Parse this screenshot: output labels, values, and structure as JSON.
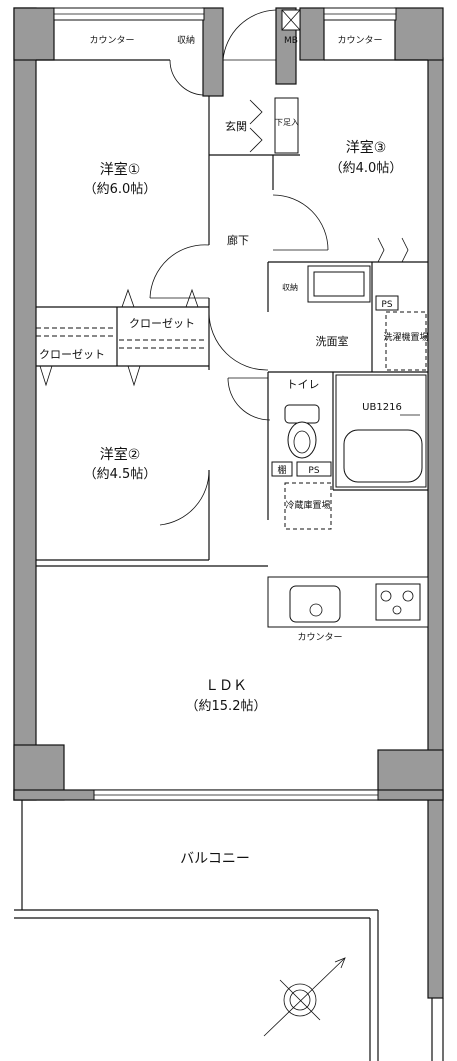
{
  "labels": {
    "room1_name": "洋室①",
    "room1_size": "（約6.0帖）",
    "room2_name": "洋室②",
    "room2_size": "（約4.5帖）",
    "room3_name": "洋室③",
    "room3_size": "（約4.0帖）",
    "ldk_name": "ＬＤＫ",
    "ldk_size": "（約15.2帖）",
    "balcony": "バルコニー",
    "counter_top_left": "カウンター",
    "storage_top": "収納",
    "mb": "MB",
    "counter_top_right": "カウンター",
    "genkan": "玄関",
    "shoes_storage": "下足入",
    "hallway": "廊下",
    "storage_mid": "収納",
    "ps_wash": "PS",
    "washroom": "洗面室",
    "washer_space": "洗濯機置場",
    "closet_right": "クローゼット",
    "closet_left": "クローゼット",
    "toilet": "トイレ",
    "ub": "UB1216",
    "shelf": "棚",
    "ps_toilet": "PS",
    "fridge_space": "冷蔵庫置場",
    "kitchen_counter": "カウンター"
  },
  "colors": {
    "wall_fill": "#9a9a9a",
    "line": "#111111",
    "background": "#ffffff"
  },
  "icons": [
    "compass-icon",
    "stove-icon",
    "sink-icon",
    "toilet-icon",
    "bathtub-icon"
  ]
}
